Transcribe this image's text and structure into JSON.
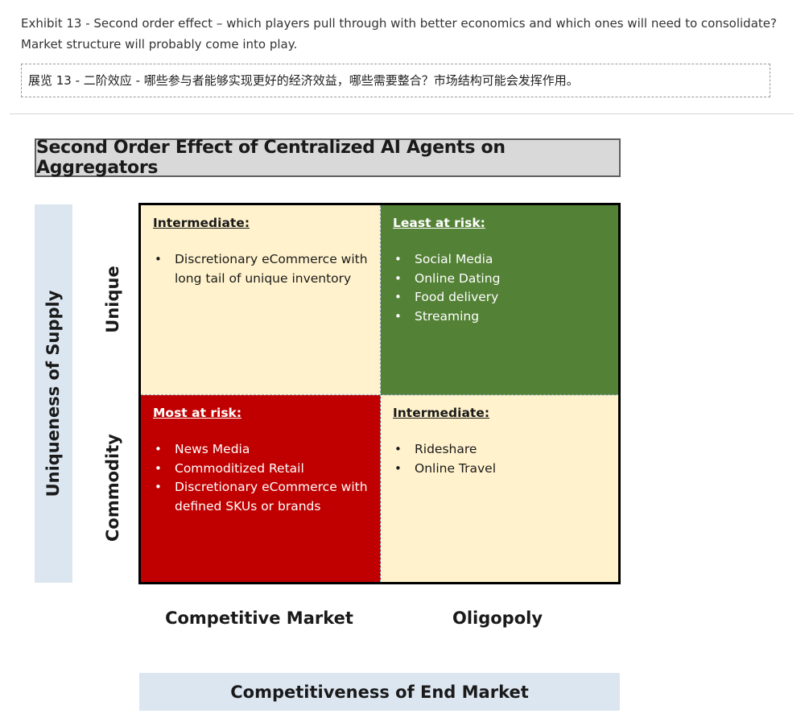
{
  "caption": {
    "english": "Exhibit 13 - Second order effect – which players pull through with better economics and which ones will need to consolidate? Market structure will probably come into play.",
    "chinese": "展览 13 - 二阶效应 - 哪些参与者能够实现更好的经济效益，哪些需要整合？市场结构可能会发挥作用。"
  },
  "diagram": {
    "title": "Second Order Effect of Centralized AI Agents on Aggregators",
    "y_axis": {
      "label": "Uniqueness of Supply",
      "ticks": [
        "Unique",
        "Commodity"
      ]
    },
    "x_axis": {
      "label": "Competitiveness of End Market",
      "ticks": [
        "Competitive Market",
        "Oligopoly"
      ]
    },
    "quadrants": {
      "top_left": {
        "heading": "Intermediate:",
        "color": "#fff2cc",
        "items": [
          "Discretionary eCommerce with long tail of unique inventory"
        ]
      },
      "top_right": {
        "heading": "Least at risk:",
        "color": "#538135",
        "items": [
          "Social Media",
          "Online Dating",
          "Food delivery",
          "Streaming"
        ]
      },
      "bottom_left": {
        "heading": "Most at risk:",
        "color": "#c00000",
        "items": [
          "News Media",
          "Commoditized Retail",
          "Discretionary eCommerce with defined SKUs or brands"
        ]
      },
      "bottom_right": {
        "heading": "Intermediate:",
        "color": "#fff2cc",
        "items": [
          "Rideshare",
          "Online Travel"
        ]
      }
    },
    "bullet_symbol": "•"
  }
}
